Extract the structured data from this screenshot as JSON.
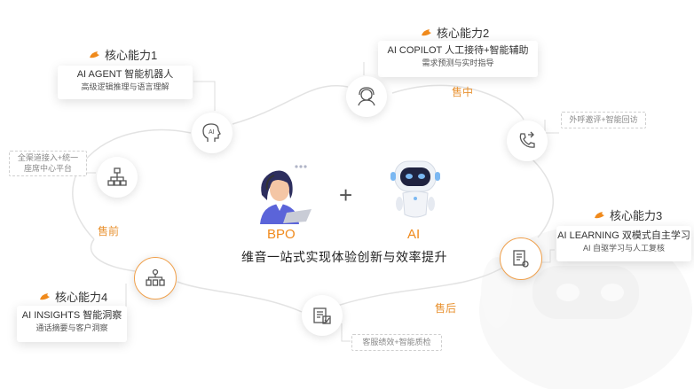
{
  "capabilities": [
    {
      "heading": "核心能力1",
      "title": "AI AGENT 智能机器人",
      "subtitle": "高级逻辑推理与语言理解"
    },
    {
      "heading": "核心能力2",
      "title": "AI COPILOT 人工接待+智能辅助",
      "subtitle": "需求预测与实时指导"
    },
    {
      "heading": "核心能力3",
      "title": "AI LEARNING 双模式自主学习",
      "subtitle": "AI 自驱学习与人工复核"
    },
    {
      "heading": "核心能力4",
      "title": "AI INSIGHTS 智能洞察",
      "subtitle": "通话摘要与客户洞察"
    }
  ],
  "side_notes": {
    "omnichannel": [
      "全渠道接入+统一",
      "座席中心平台"
    ],
    "outbound": "外呼邀评+智能回访",
    "quality": "客服绩效+智能质检"
  },
  "phases": {
    "before": "售前",
    "during": "售中",
    "after": "售后"
  },
  "center": {
    "left_label": "BPO",
    "right_label": "AI",
    "plus": "+",
    "slogan": "维音一站式实现体验创新与效率提升"
  },
  "icons": {
    "flame": "flame-icon",
    "ai_head": "ai-head-icon",
    "agent": "agent-headset-icon",
    "phone": "phone-callback-icon",
    "doc": "document-check-icon",
    "hierarchy": "hierarchy-icon",
    "org": "org-flow-icon"
  },
  "colors": {
    "accent": "#f08a1c",
    "phase": "#e8912f",
    "text": "#333333",
    "robot": "#7bb8f2"
  }
}
